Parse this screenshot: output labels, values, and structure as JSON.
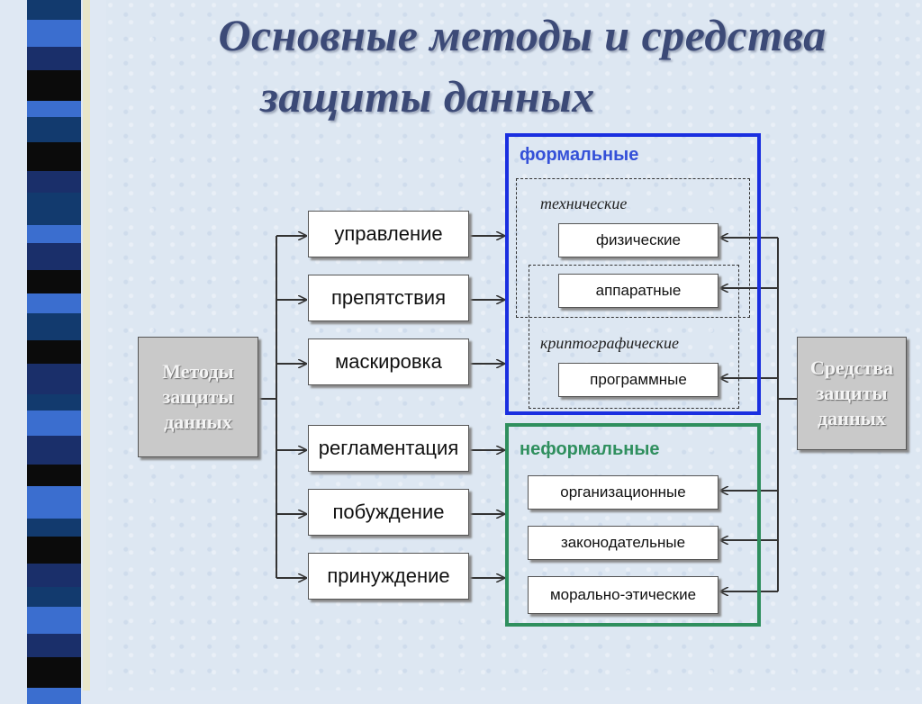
{
  "title": {
    "line1": "Основные методы и средства",
    "line2": "защиты данных"
  },
  "left_label": "Методы\nзащиты\nданных",
  "right_label": "Средства\nзащиты\nданных",
  "methods": [
    "управление",
    "препятствия",
    "маскировка",
    "регламентация",
    "побуждение",
    "принуждение"
  ],
  "formal": {
    "title": "формальные",
    "technical_label": "технические",
    "crypto_label": "криптографические",
    "items": [
      "физические",
      "аппаратные",
      "программные"
    ]
  },
  "informal": {
    "title": "неформальные",
    "items": [
      "организационные",
      "законодательные",
      "морально-этические"
    ]
  },
  "colors": {
    "formal_frame": "#1a2fe0",
    "informal_frame": "#2f8f5e",
    "label_box": "#c9c9c9"
  }
}
